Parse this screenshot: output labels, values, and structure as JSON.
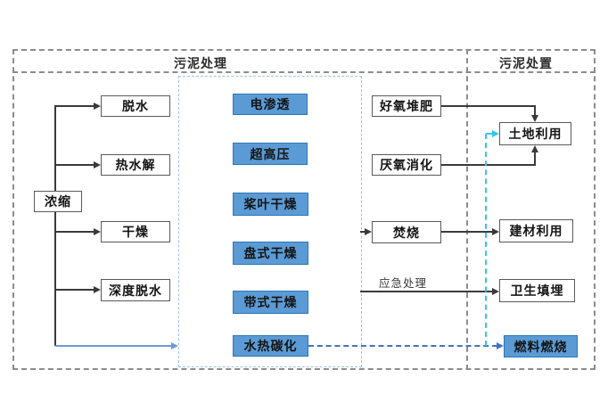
{
  "diagram": {
    "headers": {
      "left": "污泥处理",
      "right": "污泥处置"
    },
    "source": {
      "label": "浓缩"
    },
    "pretreatment": [
      {
        "label": "脱水"
      },
      {
        "label": "热水解"
      },
      {
        "label": "干燥"
      },
      {
        "label": "深度脱水"
      }
    ],
    "technologies": [
      {
        "label": "电渗透"
      },
      {
        "label": "超高压"
      },
      {
        "label": "桨叶干燥"
      },
      {
        "label": "盘式干燥"
      },
      {
        "label": "带式干燥"
      },
      {
        "label": "水热碳化"
      }
    ],
    "treatment": [
      {
        "label": "好氧堆肥"
      },
      {
        "label": "厌氧消化"
      },
      {
        "label": "焚烧"
      }
    ],
    "disposal": [
      {
        "label": "土地利用"
      },
      {
        "label": "建材利用"
      },
      {
        "label": "卫生填埋"
      },
      {
        "label": "燃料燃烧"
      }
    ],
    "edge_labels": {
      "emergency": "应急处理"
    },
    "colors": {
      "tech_box_fill": "#5B9BD5",
      "tech_box_border": "#2E75B6",
      "plain_box_border": "#595959",
      "frame_dash": "#8C8C8C",
      "inner_frame_dash": "#9DC3E6",
      "connector_black": "#3A3A3A",
      "connector_blue_solid": "#6F9AD8",
      "connector_blue_dashed": "#4472C4",
      "connector_cyan_dashed": "#35C4F0"
    }
  }
}
